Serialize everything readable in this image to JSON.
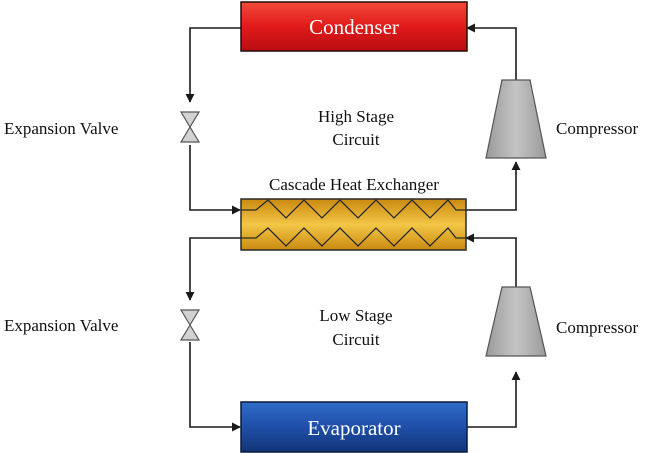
{
  "colors": {
    "condenser": "#e51c1c",
    "evaporator": "#1f4fa8",
    "exchanger": "#e0aa22",
    "compressor": "#b4b4b4",
    "valve": "#d2d2d2",
    "line": "#1a1a1a"
  },
  "condenser": {
    "label": "Condenser"
  },
  "evaporator": {
    "label": "Evaporator"
  },
  "exchanger": {
    "label": "Cascade Heat Exchanger"
  },
  "high_stage": {
    "line1": "High Stage",
    "line2": "Circuit"
  },
  "low_stage": {
    "line1": "Low Stage",
    "line2": "Circuit"
  },
  "expansion_valve_top": {
    "label": "Expansion Valve"
  },
  "expansion_valve_bottom": {
    "label": "Expansion Valve"
  },
  "compressor_top": {
    "label": "Compressor"
  },
  "compressor_bottom": {
    "label": "Compressor"
  },
  "icons": {
    "valve": "bowtie-valve-icon",
    "compressor": "trapezoid-compressor-icon",
    "arrow": "arrowhead-icon"
  }
}
